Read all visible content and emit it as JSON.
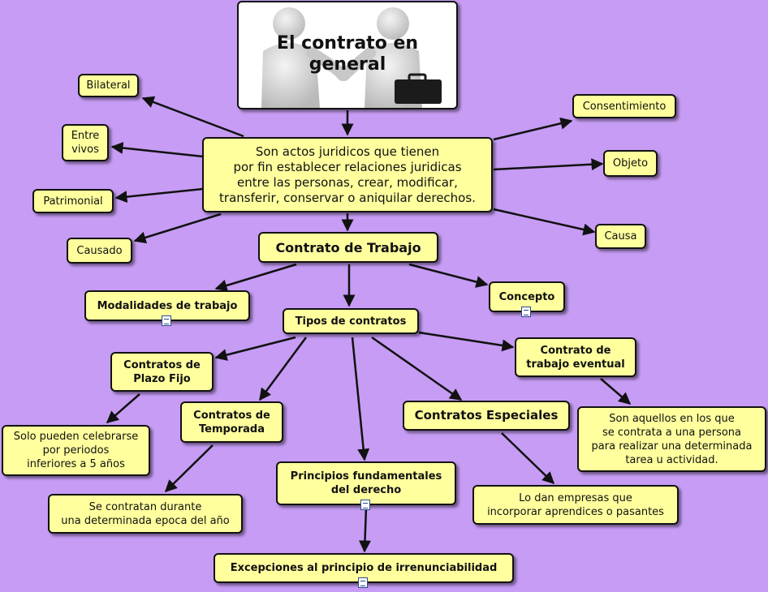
{
  "title": "El contrato en\ngeneral",
  "definition": "Son actos juridicos que tienen\npor fin establecer relaciones juridicas\nentre las personas, crear, modificar,\ntransferir, conservar o aniquilar derechos.",
  "characteristics_left": [
    "Bilateral",
    "Entre\nvivos",
    "Patrimonial",
    "Causado"
  ],
  "elements_right": [
    "Consentimiento",
    "Objeto",
    "Causa"
  ],
  "labor_contract": "Contrato de Trabajo",
  "work_modalities": "Modalidades de trabajo",
  "concept": "Concepto",
  "contract_types": "Tipos de contratos",
  "fixed_term": {
    "title": "Contratos de\nPlazo Fijo",
    "desc": "Solo pueden celebrarse\npor periodos\ninferiores a 5 años"
  },
  "seasonal": {
    "title": "Contratos de\nTemporada",
    "desc": "Se contratan durante\nuna determinada epoca del año"
  },
  "principles": "Principios fundamentales\ndel derecho",
  "special": {
    "title": "Contratos Especiales",
    "desc": "Lo dan empresas que\nincorporar aprendices o pasantes"
  },
  "eventual": {
    "title": "Contrato de\ntrabajo eventual",
    "desc": "Son aquellos en los que\nse contrata a una persona\npara realizar una determinada\ntarea u actividad."
  },
  "exceptions": "Excepciones al principio de irrenunciabilidad",
  "icons": {
    "note": "note-icon",
    "figures": "handshake-figures-image"
  },
  "colors": {
    "background": "#c69cf4",
    "node_fill": "#ffff9e",
    "border": "#111111"
  }
}
